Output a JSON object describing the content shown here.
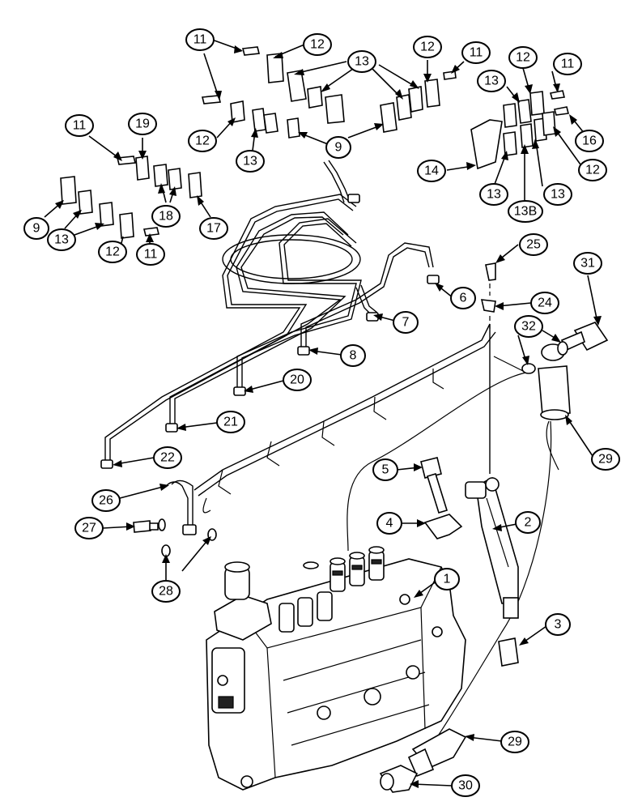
{
  "diagram": {
    "callouts": [
      {
        "id": "c11a",
        "label": "11"
      },
      {
        "id": "c12a",
        "label": "12"
      },
      {
        "id": "c13a",
        "label": "13"
      },
      {
        "id": "c12b",
        "label": "12"
      },
      {
        "id": "c11b",
        "label": "11"
      },
      {
        "id": "c12c",
        "label": "12"
      },
      {
        "id": "c11c",
        "label": "11"
      },
      {
        "id": "c13b",
        "label": "13"
      },
      {
        "id": "c11d",
        "label": "11"
      },
      {
        "id": "c19",
        "label": "19"
      },
      {
        "id": "c12d",
        "label": "12"
      },
      {
        "id": "c13c",
        "label": "13"
      },
      {
        "id": "c9a",
        "label": "9"
      },
      {
        "id": "c16",
        "label": "16"
      },
      {
        "id": "c14",
        "label": "14"
      },
      {
        "id": "c12e",
        "label": "12"
      },
      {
        "id": "c13d",
        "label": "13"
      },
      {
        "id": "c13e",
        "label": "13"
      },
      {
        "id": "c13B",
        "label": "13B"
      },
      {
        "id": "c9b",
        "label": "9"
      },
      {
        "id": "c18",
        "label": "18"
      },
      {
        "id": "c17",
        "label": "17"
      },
      {
        "id": "c13f",
        "label": "13"
      },
      {
        "id": "c12f",
        "label": "12"
      },
      {
        "id": "c11e",
        "label": "11"
      },
      {
        "id": "c25",
        "label": "25"
      },
      {
        "id": "c31",
        "label": "31"
      },
      {
        "id": "c6",
        "label": "6"
      },
      {
        "id": "c24",
        "label": "24"
      },
      {
        "id": "c7",
        "label": "7"
      },
      {
        "id": "c32",
        "label": "32"
      },
      {
        "id": "c8",
        "label": "8"
      },
      {
        "id": "c20",
        "label": "20"
      },
      {
        "id": "c21",
        "label": "21"
      },
      {
        "id": "c29a",
        "label": "29"
      },
      {
        "id": "c22",
        "label": "22"
      },
      {
        "id": "c5",
        "label": "5"
      },
      {
        "id": "c26",
        "label": "26"
      },
      {
        "id": "c2",
        "label": "2"
      },
      {
        "id": "c4",
        "label": "4"
      },
      {
        "id": "c27",
        "label": "27"
      },
      {
        "id": "c28",
        "label": "28"
      },
      {
        "id": "c1",
        "label": "1"
      },
      {
        "id": "c3",
        "label": "3"
      },
      {
        "id": "c29b",
        "label": "29"
      },
      {
        "id": "c30",
        "label": "30"
      }
    ]
  }
}
